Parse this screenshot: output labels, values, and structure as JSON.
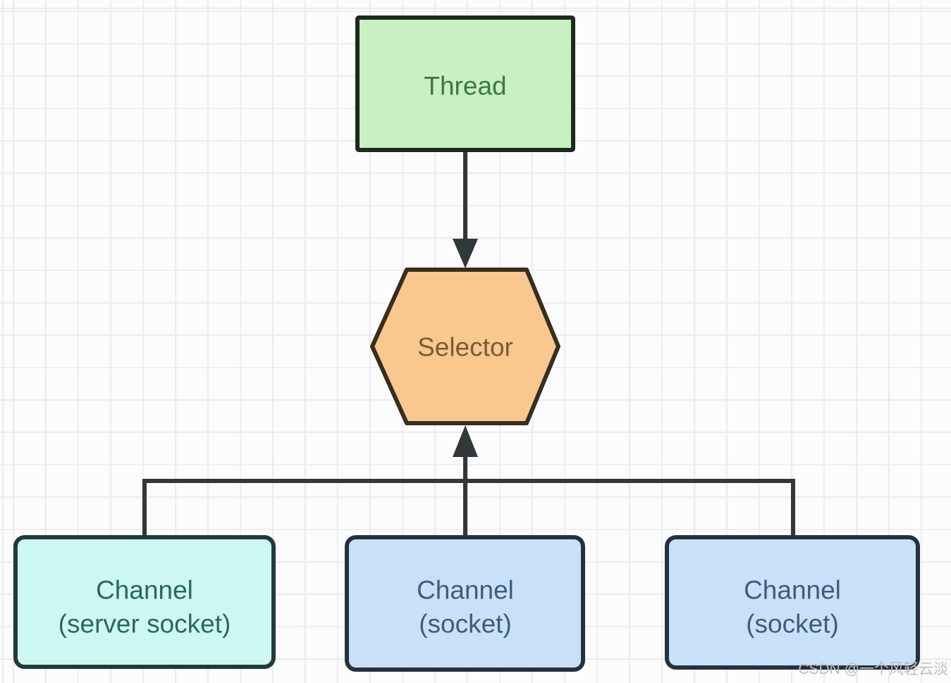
{
  "diagram": {
    "nodes": {
      "thread": {
        "label": "Thread",
        "fill": "#c9f0c1",
        "stroke": "#1d2a1d",
        "text_color": "#3a7a40"
      },
      "selector": {
        "label": "Selector",
        "fill": "#f8c88f",
        "stroke": "#362e1e",
        "text_color": "#7c5b34"
      },
      "channel_server_socket": {
        "line1": "Channel",
        "line2": "(server socket)",
        "fill": "#cdf8f2",
        "stroke": "#223a3c",
        "text_color": "#2e6561"
      },
      "channel_socket_left": {
        "line1": "Channel",
        "line2": "(socket)",
        "fill": "#c9e1f8",
        "stroke": "#25313e",
        "text_color": "#3f5b7d"
      },
      "channel_socket_right": {
        "line1": "Channel",
        "line2": "(socket)",
        "fill": "#c9e1f8",
        "stroke": "#25313e",
        "text_color": "#3f5b7d"
      }
    },
    "connector_color": "#323839",
    "watermark": {
      "text": "CSDN @一个风轻云淡",
      "color": "#b9bec6"
    }
  }
}
